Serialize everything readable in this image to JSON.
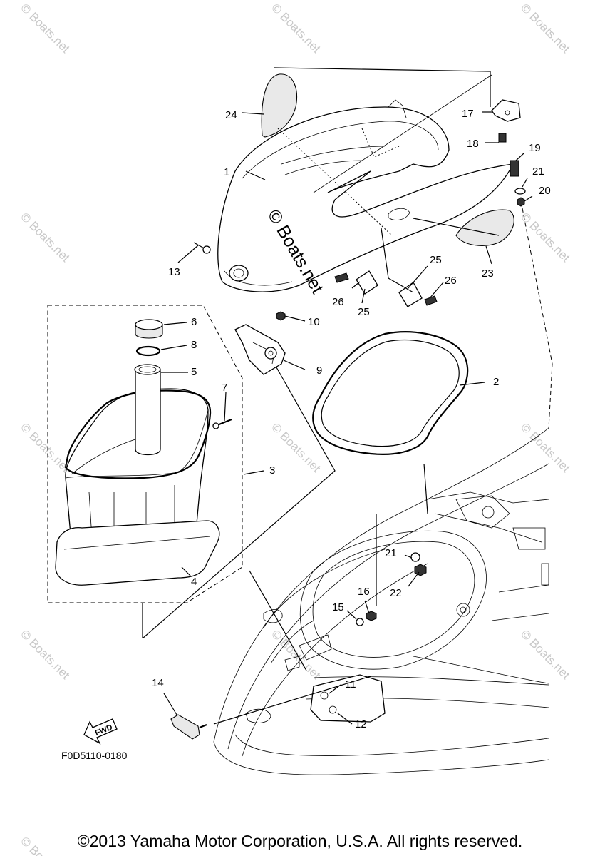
{
  "figure_code": "F0D5110-0180",
  "fwd_label": "FWD",
  "copyright": "©2013 Yamaha Motor Corporation, U.S.A. All rights reserved.",
  "watermark": "© Boats.net",
  "callouts": {
    "c1": "1",
    "c2": "2",
    "c3": "3",
    "c4": "4",
    "c5": "5",
    "c6": "6",
    "c7": "7",
    "c8": "8",
    "c9": "9",
    "c10": "10",
    "c11": "11",
    "c12": "12",
    "c13": "13",
    "c14": "14",
    "c15": "15",
    "c16": "16",
    "c17": "17",
    "c18": "18",
    "c19": "19",
    "c20": "20",
    "c21a": "21",
    "c21b": "21",
    "c22": "22",
    "c23": "23",
    "c24": "24",
    "c25a": "25",
    "c25b": "25",
    "c26a": "26",
    "c26b": "26"
  }
}
